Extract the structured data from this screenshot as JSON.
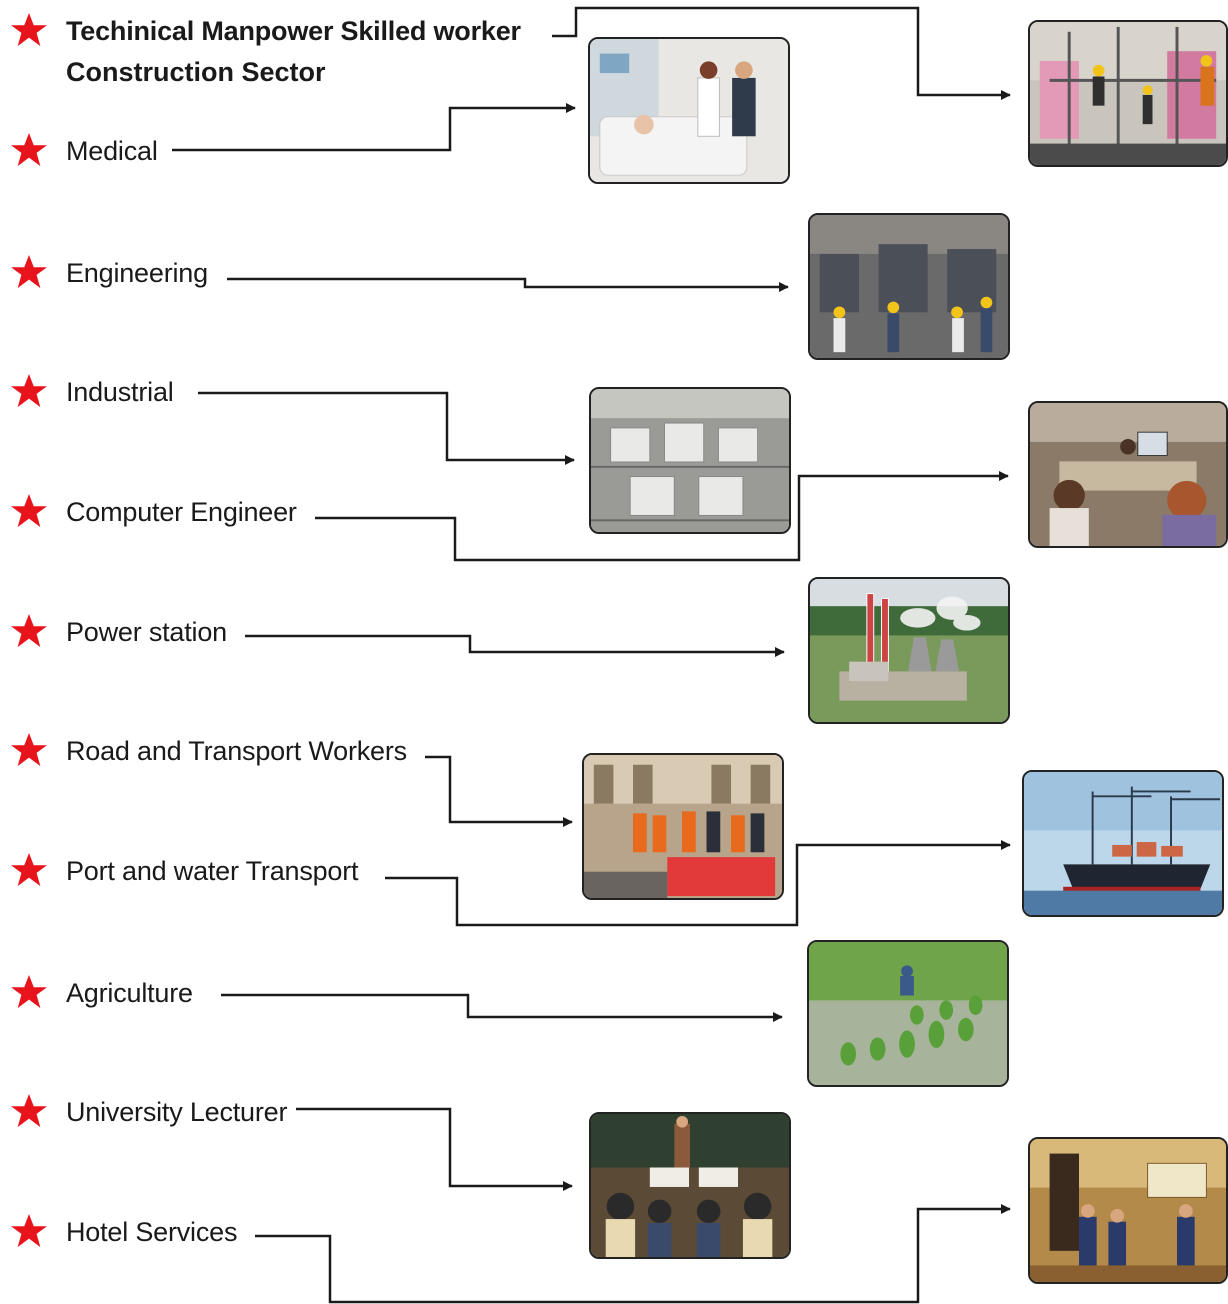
{
  "items": [
    {
      "label": "Techinical Manpower Skilled worker",
      "label_line2": "Construction Sector",
      "icon": "star-icon",
      "photo": "construction-workers-photo"
    },
    {
      "label": "Medical",
      "icon": "star-icon",
      "photo": "medical-hospital-photo"
    },
    {
      "label": "Engineering",
      "icon": "star-icon",
      "photo": "engineering-factory-photo"
    },
    {
      "label": "Industrial",
      "icon": "star-icon",
      "photo": "industrial-plant-photo"
    },
    {
      "label": "Computer Engineer",
      "icon": "star-icon",
      "photo": "computer-lab-photo"
    },
    {
      "label": "Power station",
      "icon": "star-icon",
      "photo": "power-station-photo"
    },
    {
      "label": "Road and Transport Workers",
      "icon": "star-icon",
      "photo": "road-workers-photo"
    },
    {
      "label": "Port and water Transport",
      "icon": "star-icon",
      "photo": "port-ship-photo"
    },
    {
      "label": "Agriculture",
      "icon": "star-icon",
      "photo": "rice-field-photo"
    },
    {
      "label": "University Lecturer",
      "icon": "star-icon",
      "photo": "lecture-hall-photo"
    },
    {
      "label": "Hotel Services",
      "icon": "star-icon",
      "photo": "hotel-lobby-photo"
    }
  ],
  "colors": {
    "star": "#e8141c",
    "line": "#1a1a1a",
    "text": "#1a1a1a"
  }
}
